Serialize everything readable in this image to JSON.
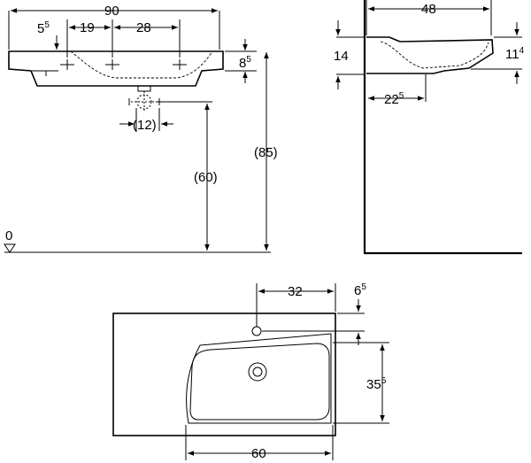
{
  "front_view": {
    "overall_width": "90",
    "side_offset": {
      "base": "5",
      "sup": "5"
    },
    "tap_hole_spacing_1": "19",
    "tap_hole_spacing_2": "28",
    "rim_thickness": {
      "base": "8",
      "sup": "5"
    },
    "waste_offset": "(12)",
    "waste_height": "(60)",
    "rim_height": "(85)",
    "floor_level": "0"
  },
  "side_view": {
    "depth": "48",
    "rim_left_height": "14",
    "rim_right_height": {
      "base": "11",
      "sup": "4"
    },
    "waste_distance": {
      "base": "22",
      "sup": "5"
    }
  },
  "top_view": {
    "tap_offset": "32",
    "tap_to_back": {
      "base": "6",
      "sup": "5"
    },
    "bowl_depth": {
      "base": "35",
      "sup": "5"
    },
    "bowl_width": "60"
  }
}
